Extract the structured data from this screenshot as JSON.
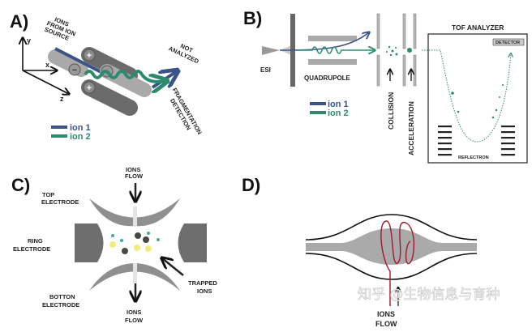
{
  "colors": {
    "ion1": "#3b5488",
    "ion2": "#2e8a6e",
    "electrode_dark": "#6b6b6b",
    "electrode_light": "#a9a9a9",
    "spiral": "#a3182c",
    "ion_yellow": "#f2ec7a",
    "ion_teal": "#4aa6a0",
    "ion_dark": "#4a4740"
  },
  "panel_a": {
    "label": "A)",
    "axis_y": "y",
    "axis_x": "x",
    "axis_z": "z",
    "source": [
      "IONS",
      "FROM ION",
      "SOURCE"
    ],
    "not_analyzed": [
      "NOT",
      "ANALYZED"
    ],
    "fragmentation": [
      "FRAGMENTATION",
      "DETECTION"
    ],
    "rod_plus": "+",
    "rod_minus": "−",
    "legend": [
      "ion 1",
      "ion 2"
    ]
  },
  "panel_b": {
    "label": "B)",
    "esi": "ESI",
    "quadrupole": "QUADRUPOLE",
    "collision": "COLLISION",
    "acceleration": "ACCELERATION",
    "tof": "TOF ANALYZER",
    "detector": "DETECTOR",
    "reflectron": "REFLECTRON",
    "legend": [
      "ion 1",
      "ion 2"
    ]
  },
  "panel_c": {
    "label": "C)",
    "ions_flow_top": [
      "IONS",
      "FLOW"
    ],
    "top_electrode": [
      "TOP",
      "ELECTRODE"
    ],
    "ring_electrode": [
      "RING",
      "ELECTRODE"
    ],
    "bottom_electrode": [
      "BOTTON",
      "ELECTRODE"
    ],
    "trapped_ions": [
      "TRAPPED",
      "IONS"
    ],
    "ions_flow_bottom": [
      "IONS",
      "FLOW"
    ]
  },
  "panel_d": {
    "label": "D)",
    "ions_flow": [
      "IONS",
      "FLOW"
    ]
  },
  "watermark": "知乎 @生物信息与育种"
}
